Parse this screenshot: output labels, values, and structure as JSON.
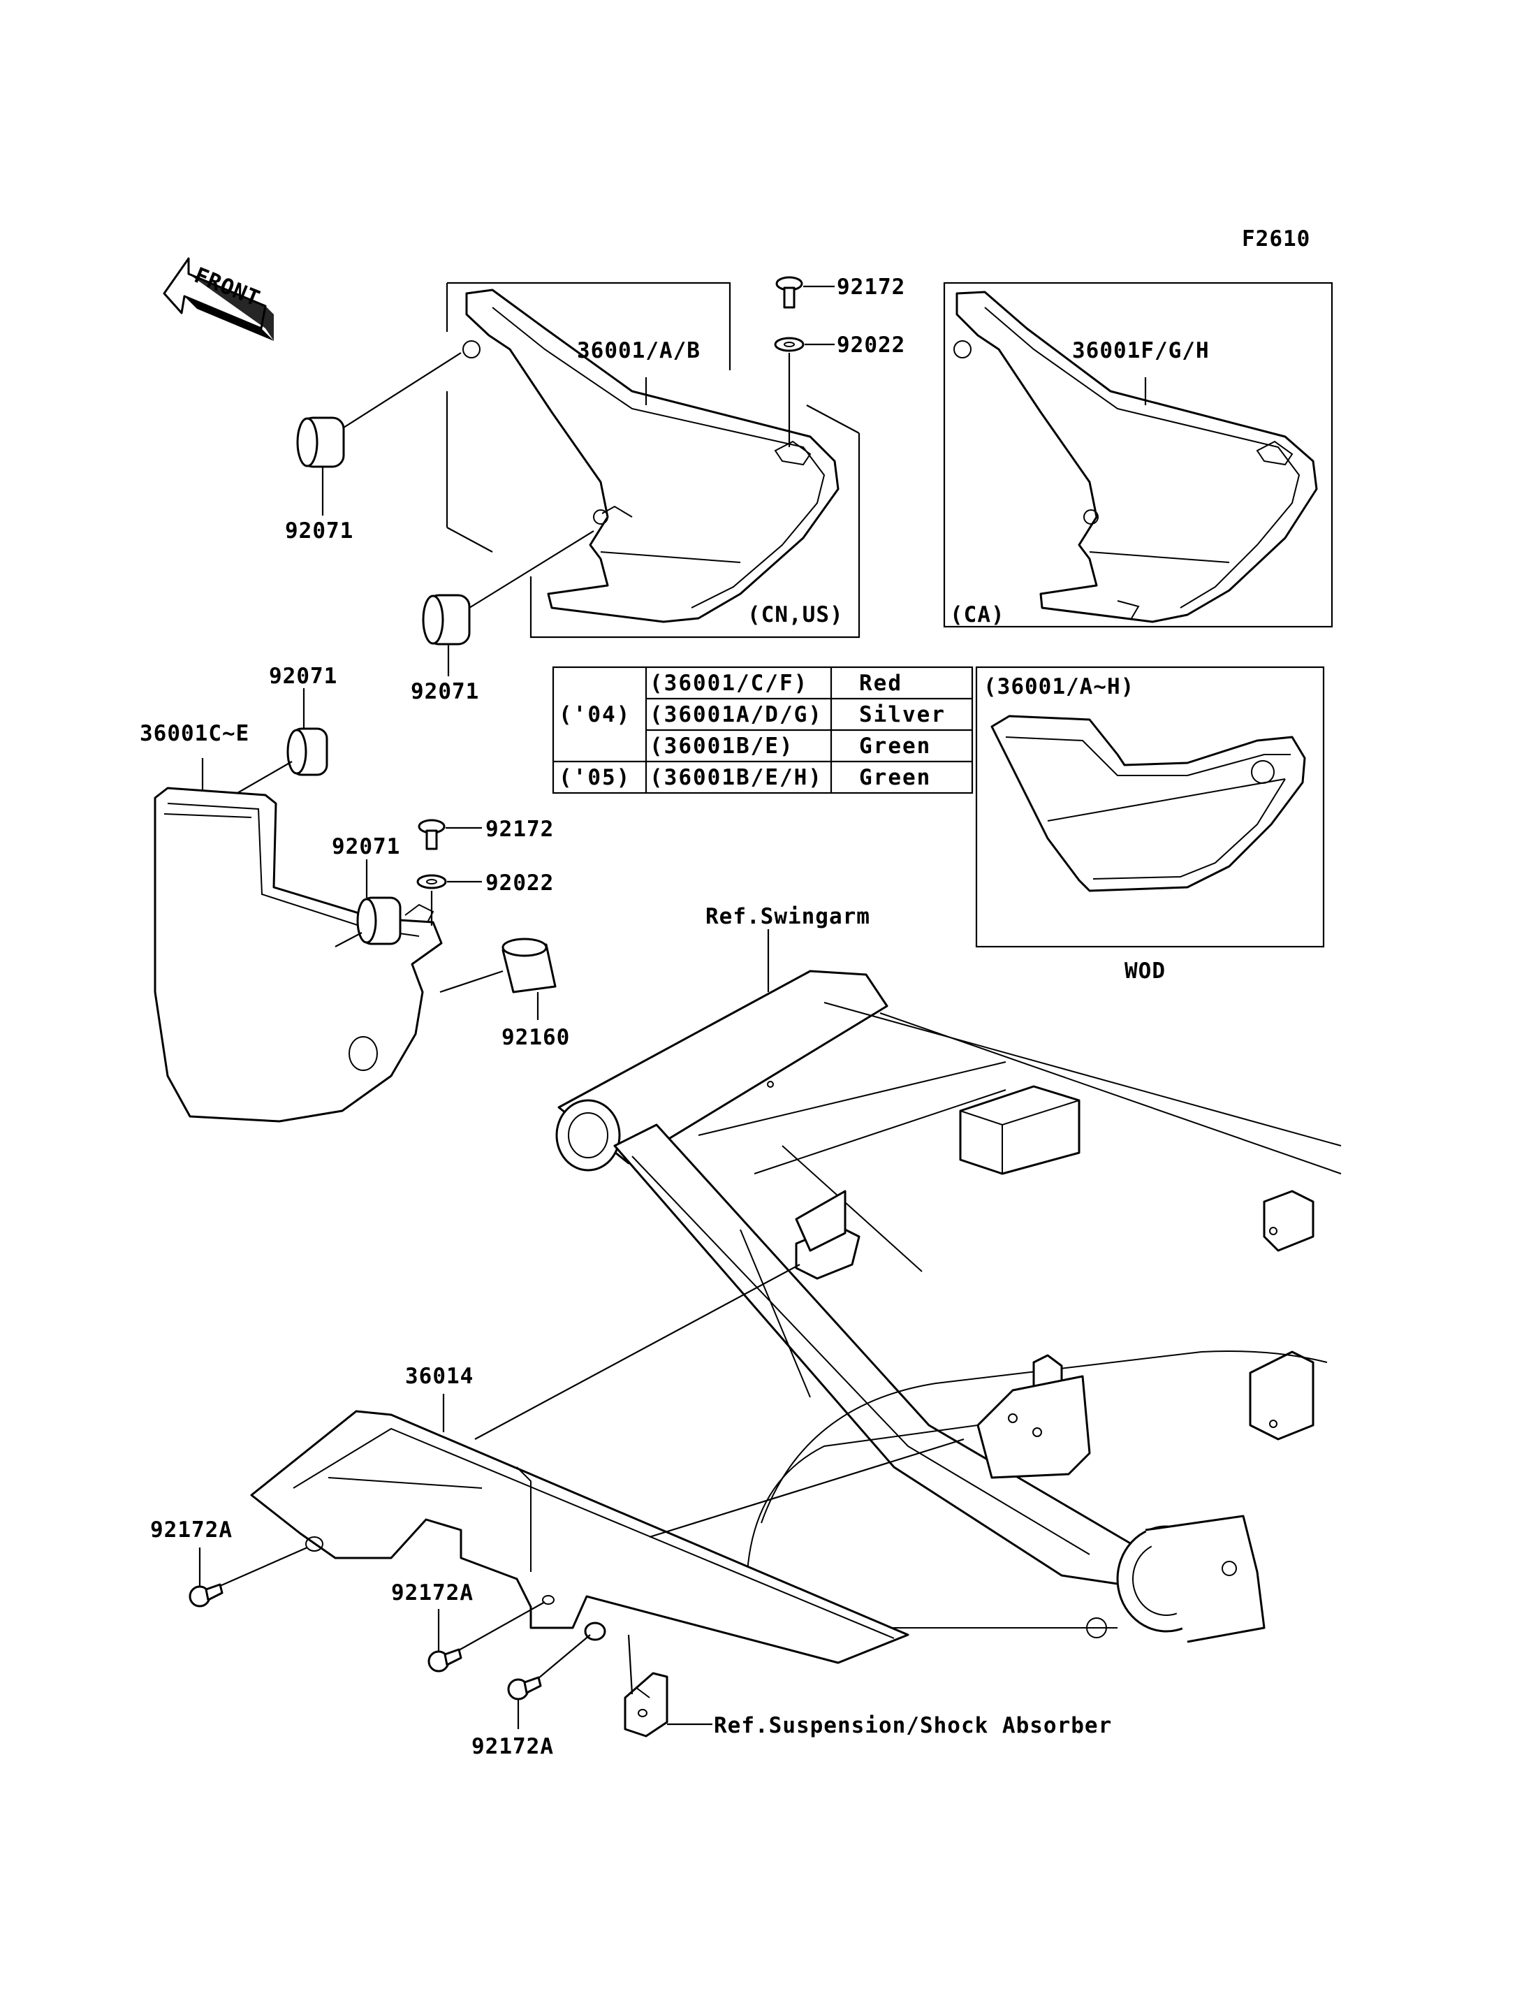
{
  "figure_code": "F2610",
  "front_label": "FRONT",
  "labels": {
    "cover_cn_us": "36001/A/B",
    "cover_ca": "36001F/G/H",
    "bolt_top": "92172",
    "washer_top": "92022",
    "grommet_1": "92071",
    "grommet_2": "92071",
    "grommet_3": "92071",
    "grommet_4": "92071",
    "cover_left": "36001C~E",
    "bolt_mid": "92172",
    "washer_mid": "92022",
    "collar": "92160",
    "chain_cover": "36014",
    "bolt_a1": "92172A",
    "bolt_a2": "92172A",
    "bolt_a3": "92172A",
    "ref_swingarm": "Ref.Swingarm",
    "ref_suspension": "Ref.Suspension/Shock Absorber"
  },
  "boxes": {
    "cn_us_tag": "(CN,US)",
    "ca_tag": "(CA)",
    "wod_header": "(36001/A~H)",
    "wod_caption": "WOD"
  },
  "color_table": {
    "rows": [
      {
        "year": "('04)",
        "part": "(36001/C/F)",
        "color": "Red"
      },
      {
        "year": "",
        "part": "(36001A/D/G)",
        "color": "Silver"
      },
      {
        "year": "",
        "part": "(36001B/E)",
        "color": "Green"
      },
      {
        "year": "('05)",
        "part": "(36001B/E/H)",
        "color": "Green"
      }
    ]
  }
}
